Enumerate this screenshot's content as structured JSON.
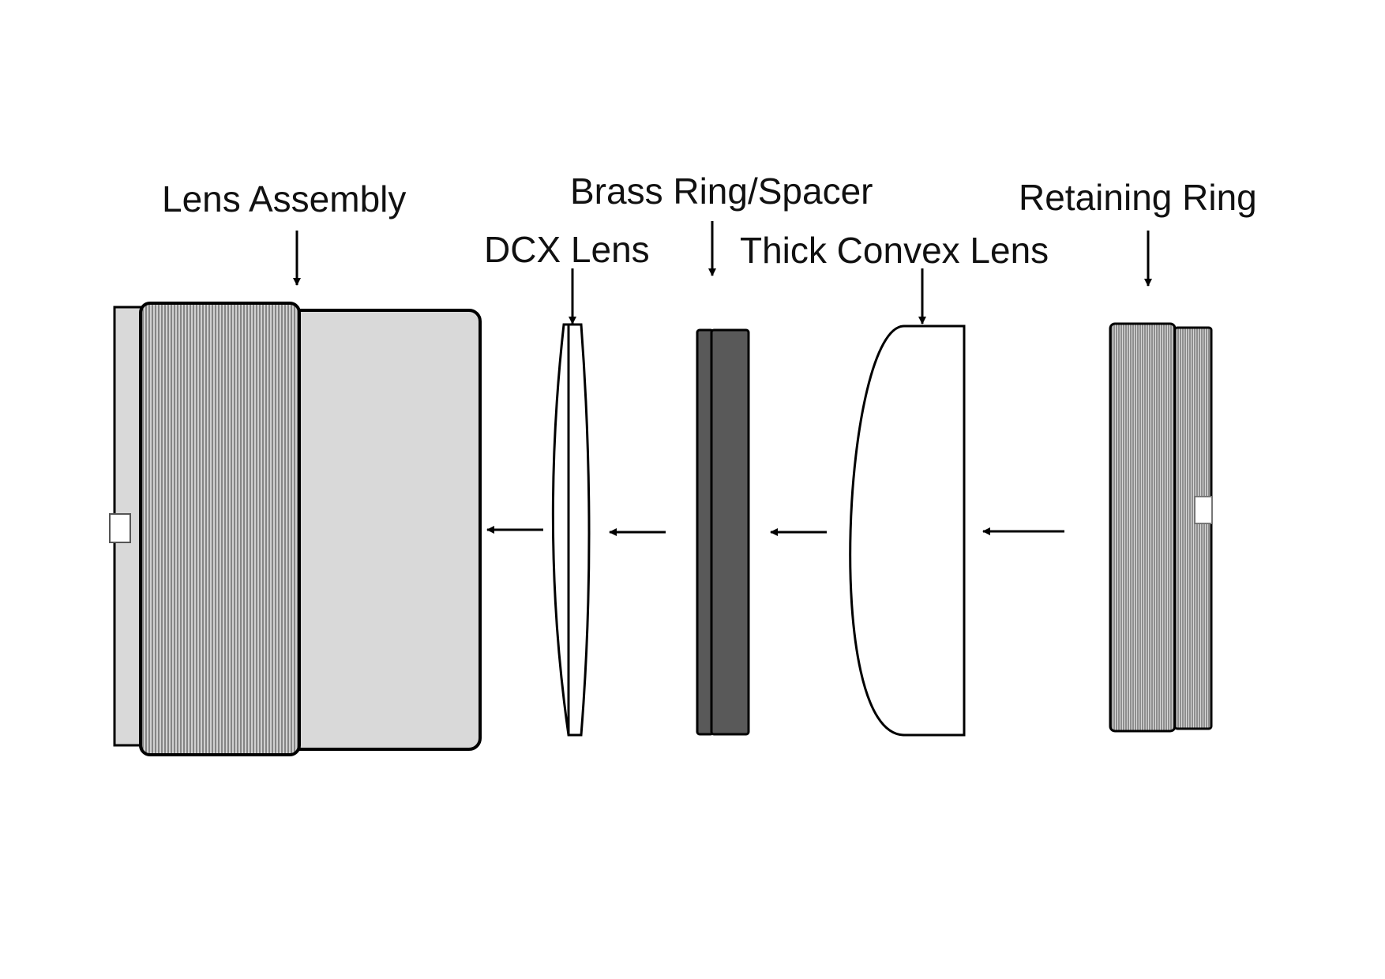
{
  "labels": {
    "lens_assembly": "Lens Assembly",
    "dcx_lens": "DCX Lens",
    "brass_ring_spacer": "Brass Ring/Spacer",
    "thick_convex_lens": "Thick Convex Lens",
    "retaining_ring": "Retaining Ring"
  },
  "colors": {
    "stroke": "#000000",
    "barrel_fill": "#d9d9d9",
    "knurl_fill": "#c4c4c4",
    "spacer_fill": "#595959",
    "lens_fill": "#ffffff"
  }
}
